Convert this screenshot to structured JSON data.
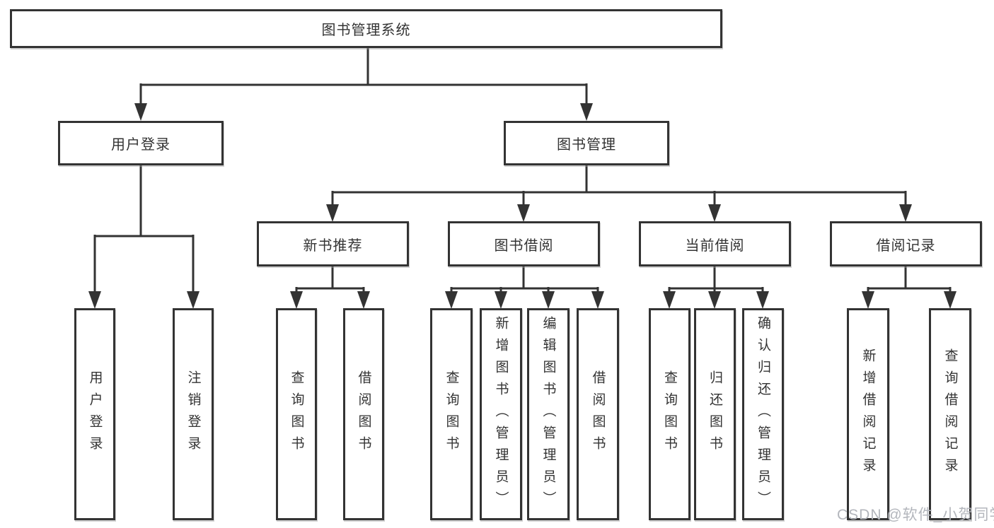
{
  "title": "图书管理系统",
  "tree": {
    "label": "图书管理系统",
    "children": [
      {
        "label": "用户登录",
        "children": [
          {
            "label": "用户登录"
          },
          {
            "label": "注销登录"
          }
        ]
      },
      {
        "label": "图书管理",
        "children": [
          {
            "label": "新书推荐",
            "children": [
              {
                "label": "查询图书"
              },
              {
                "label": "借阅图书"
              }
            ]
          },
          {
            "label": "图书借阅",
            "children": [
              {
                "label": "查询图书"
              },
              {
                "label": "新增图书（管理员）"
              },
              {
                "label": "编辑图书（管理员）"
              },
              {
                "label": "借阅图书"
              }
            ]
          },
          {
            "label": "当前借阅",
            "children": [
              {
                "label": "查询图书"
              },
              {
                "label": "归还图书"
              },
              {
                "label": "确认归还（管理员）"
              }
            ]
          },
          {
            "label": "借阅记录",
            "children": [
              {
                "label": "新增借阅记录"
              },
              {
                "label": "查询借阅记录"
              }
            ]
          }
        ]
      }
    ]
  },
  "watermark": {
    "text": "CSDN @软件_小贺同学",
    "color": "#b3b6bc"
  },
  "colors": {
    "line": "#333333",
    "box_border": "#333333",
    "box_bg": "#ffffff",
    "text": "#333333",
    "background": "#ffffff"
  }
}
